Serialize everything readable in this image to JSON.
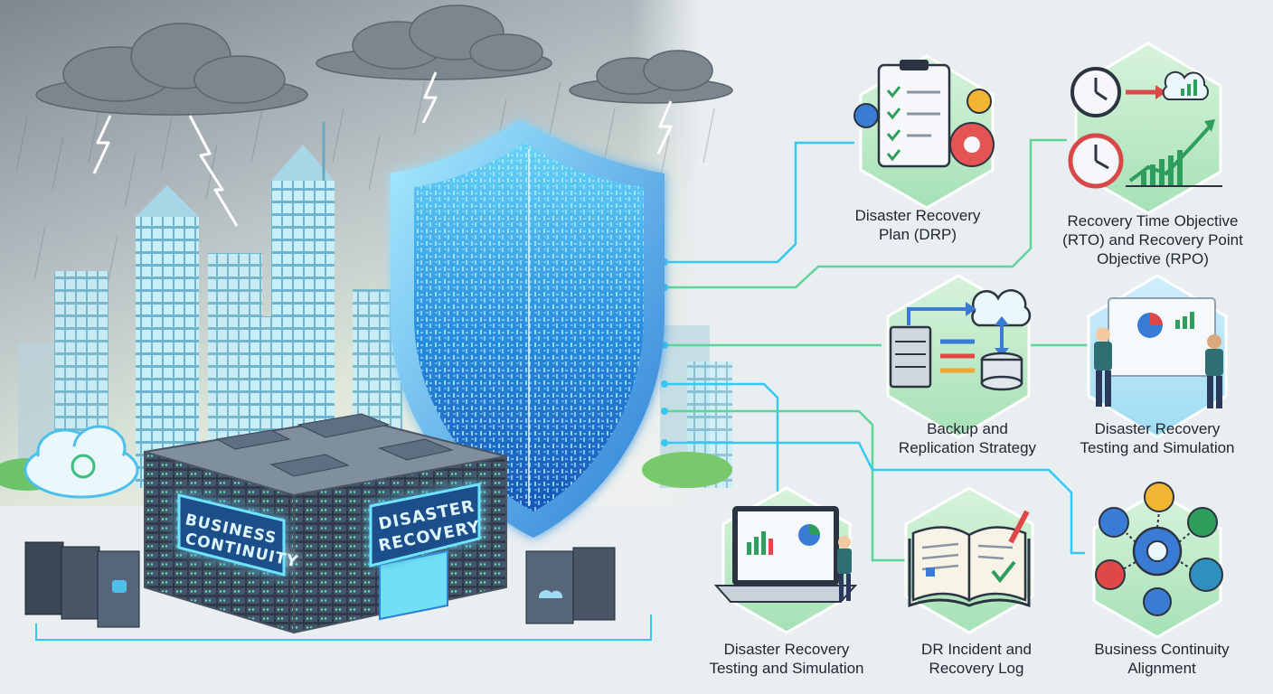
{
  "building": {
    "sign_left_line1": "BUSINESS",
    "sign_left_line2": "CONTINUITY",
    "sign_right_line1": "DISASTER",
    "sign_right_line2": "RECOVERY"
  },
  "nodes": {
    "drp": {
      "line1": "Disaster Recovery",
      "line2": "Plan (DRP)",
      "icon": "checklist-gears-icon"
    },
    "rto_rpo": {
      "line1": "Recovery Time Objective",
      "line2": "(RTO) and Recovery Point",
      "line3": "Objective (RPO)",
      "icon": "clocks-growth-chart-icon"
    },
    "backup": {
      "line1": "Backup and",
      "line2": "Replication Strategy",
      "icon": "server-cloud-database-icon"
    },
    "dr_testing_top": {
      "line1": "Disaster Recovery",
      "line2": "Testing and Simulation",
      "icon": "presentation-board-people-icon"
    },
    "dr_testing_bottom": {
      "line1": "Disaster Recovery",
      "line2": "Testing and Simulation",
      "icon": "laptop-dashboard-icon"
    },
    "incident_log": {
      "line1": "DR Incident and",
      "line2": "Recovery Log",
      "icon": "open-logbook-icon"
    },
    "bc_alignment": {
      "line1": "Business Continuity",
      "line2": "Alignment",
      "icon": "gear-network-icon"
    }
  },
  "colors": {
    "accent_cyan": "#35c9f2",
    "shield_blue": "#1f6fd1",
    "connector_green": "#5fd49a",
    "hex_fill_green": "#b9ebc5",
    "storm_gray": "#8b949c",
    "text_dark": "#1e2630"
  }
}
